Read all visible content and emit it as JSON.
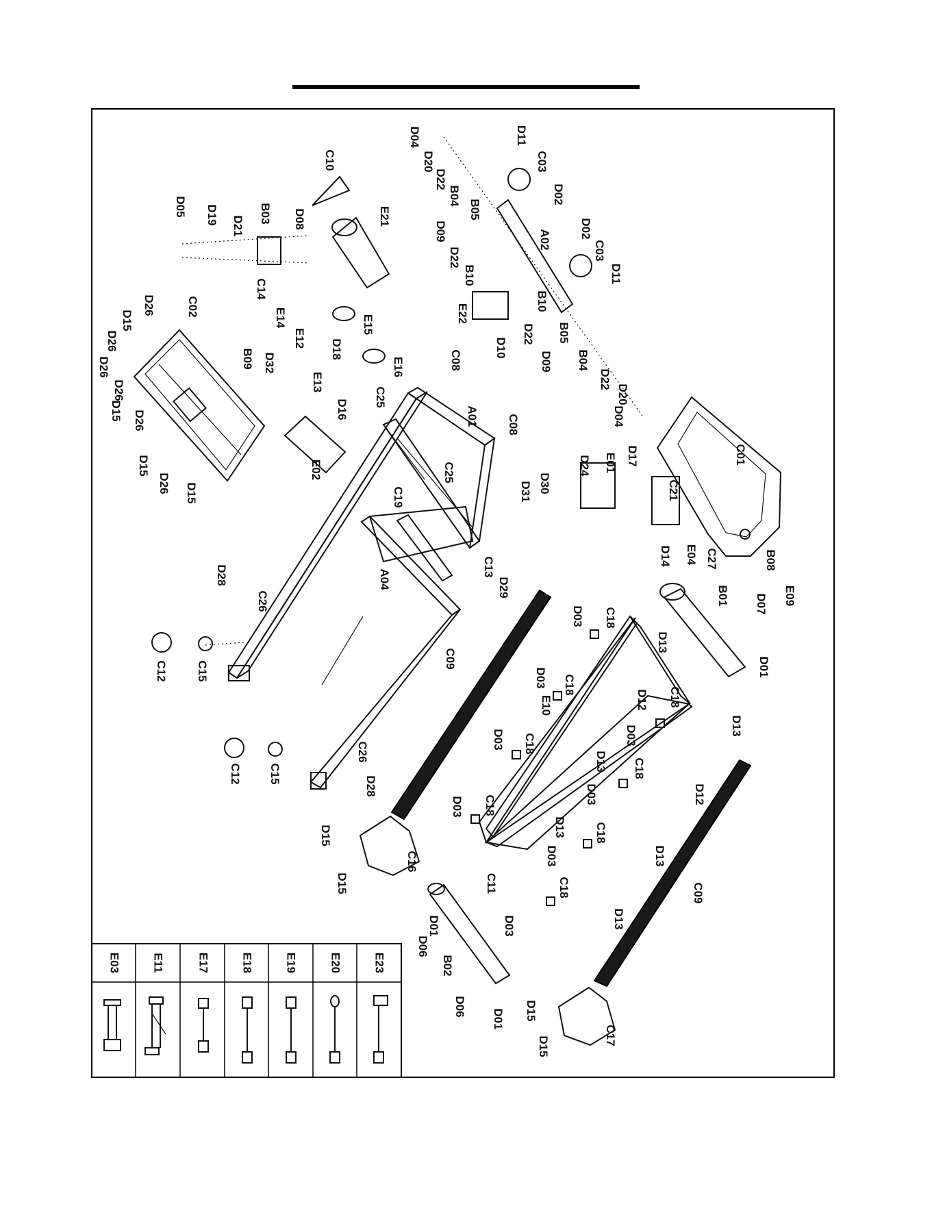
{
  "labels": {
    "D04a": "D04",
    "D20a": "D20",
    "D22a": "D22",
    "B04a": "B04",
    "B05a": "B05",
    "D11a": "D11",
    "C03a": "C03",
    "D02a": "D02",
    "A02": "A02",
    "D02b": "D02",
    "C03b": "C03",
    "D11b": "D11",
    "B10a": "B10",
    "B10b": "B10",
    "D09a": "D09",
    "D22b": "D22",
    "E22": "E22",
    "D10": "D10",
    "D22c": "D22",
    "D09b": "D09",
    "B05b": "B05",
    "B04b": "B04",
    "D22d": "D22",
    "D20b": "D20",
    "D04b": "D04",
    "C10": "C10",
    "E21": "E21",
    "D05": "D05",
    "D19": "D19",
    "D21": "D21",
    "B03": "B03",
    "D08": "D08",
    "C14": "C14",
    "E14": "E14",
    "E15": "E15",
    "E12": "E12",
    "D18": "D18",
    "E16": "E16",
    "E13": "E13",
    "B09": "B09",
    "D32": "D32",
    "C08a": "C08",
    "C08b": "C08",
    "C02": "C02",
    "D26a": "D26",
    "D15a": "D15",
    "D26b": "D26",
    "D26c": "D26",
    "D26d": "D26",
    "D15b": "D15",
    "D26e": "D26",
    "D15c": "D15",
    "D26f": "D26",
    "D15d": "D15",
    "D16": "D16",
    "C25a": "C25",
    "C25b": "C25",
    "E02": "E02",
    "A01": "A01",
    "C19": "C19",
    "D31": "D31",
    "D30": "D30",
    "A04": "A04",
    "C13": "C13",
    "D29": "D29",
    "C01": "C01",
    "D17": "D17",
    "E01": "E01",
    "D24": "D24",
    "C21": "C21",
    "D14": "D14",
    "E04": "E04",
    "C27": "C27",
    "B08": "B08",
    "E09": "E09",
    "B01": "B01",
    "D07": "D07",
    "D01a": "D01",
    "D28a": "D28",
    "C26a": "C26",
    "C12a": "C12",
    "C15a": "C15",
    "C12b": "C12",
    "C15b": "C15",
    "C26b": "C26",
    "D28b": "D28",
    "C09a": "C09",
    "C09b": "C09",
    "E10": "E10",
    "D03a": "D03",
    "C18a": "C18",
    "D13a": "D13",
    "D03b": "D03",
    "C18b": "C18",
    "D12a": "D12",
    "C18c": "C18",
    "D13b": "D13",
    "D03c": "D03",
    "D03d": "D03",
    "C18d": "C18",
    "D13c": "D13",
    "C18e": "C18",
    "D03e": "D03",
    "D12b": "D12",
    "D03f": "D03",
    "C18f": "C18",
    "D13d": "D13",
    "C18g": "C18",
    "D03g": "D03",
    "D13e": "D13",
    "C18h": "C18",
    "D03h": "D03",
    "D13f": "D13",
    "C11": "C11",
    "D15e": "D15",
    "C16": "C16",
    "D15f": "D15",
    "D01b": "D01",
    "D06a": "D06",
    "B02": "B02",
    "D06b": "D06",
    "D01c": "D01",
    "D15g": "D15",
    "C17": "C17",
    "D15h": "D15"
  },
  "legend_table": {
    "parts": [
      "E03",
      "E11",
      "E17",
      "E18",
      "E19",
      "E20",
      "E23"
    ]
  }
}
